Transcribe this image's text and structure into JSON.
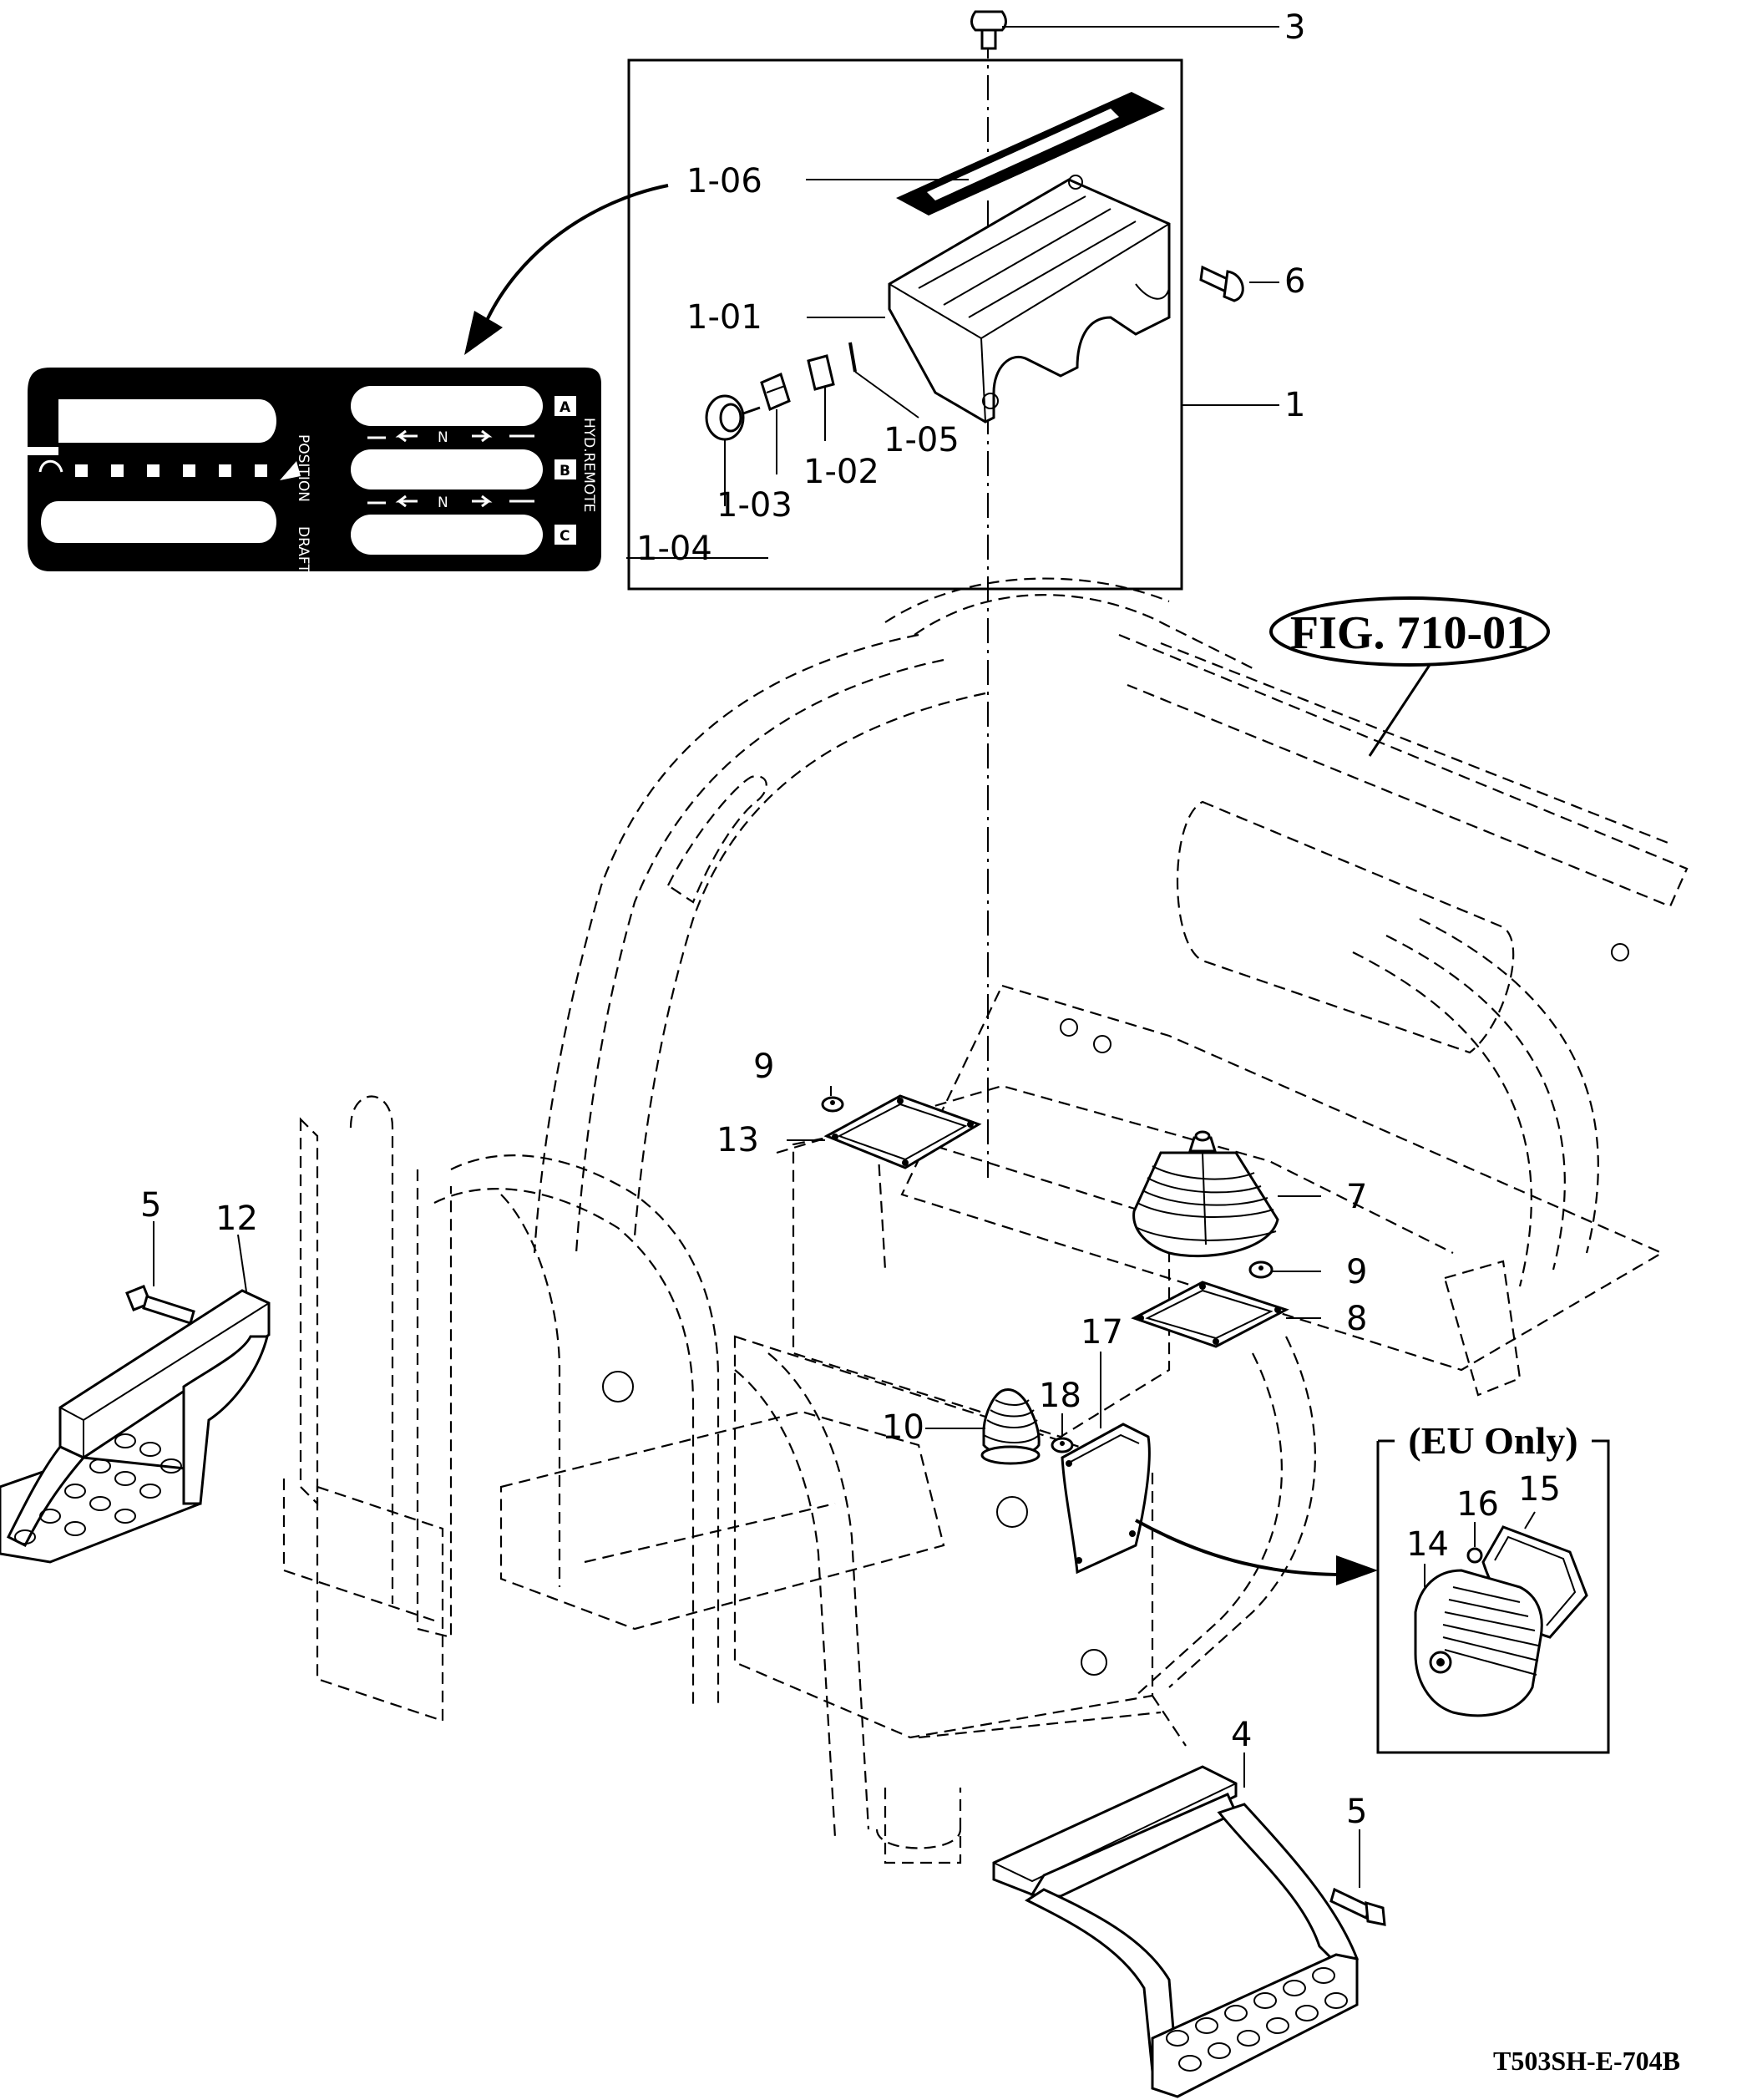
{
  "figure_ref": "FIG. 710-01",
  "eu_box_title": "(EU Only)",
  "drawing_code": "T503SH-E-704B",
  "decal": {
    "label_position": "POSITION",
    "label_draft": "DRAFT",
    "label_hyd_remote": "HYD.REMOTE",
    "lever_a": "A",
    "lever_b": "B",
    "lever_c": "C",
    "neutral": "N"
  },
  "callouts": {
    "c3": "3",
    "c1_06": "1-06",
    "c6": "6",
    "c1_01": "1-01",
    "c1": "1",
    "c1_05": "1-05",
    "c1_02": "1-02",
    "c1_03": "1-03",
    "c1_04": "1-04",
    "c9a": "9",
    "c13": "13",
    "c7": "7",
    "c9b": "9",
    "c8": "8",
    "c5a": "5",
    "c12": "12",
    "c17": "17",
    "c18": "18",
    "c10": "10",
    "c14": "14",
    "c16": "16",
    "c15": "15",
    "c4": "4",
    "c5b": "5"
  }
}
